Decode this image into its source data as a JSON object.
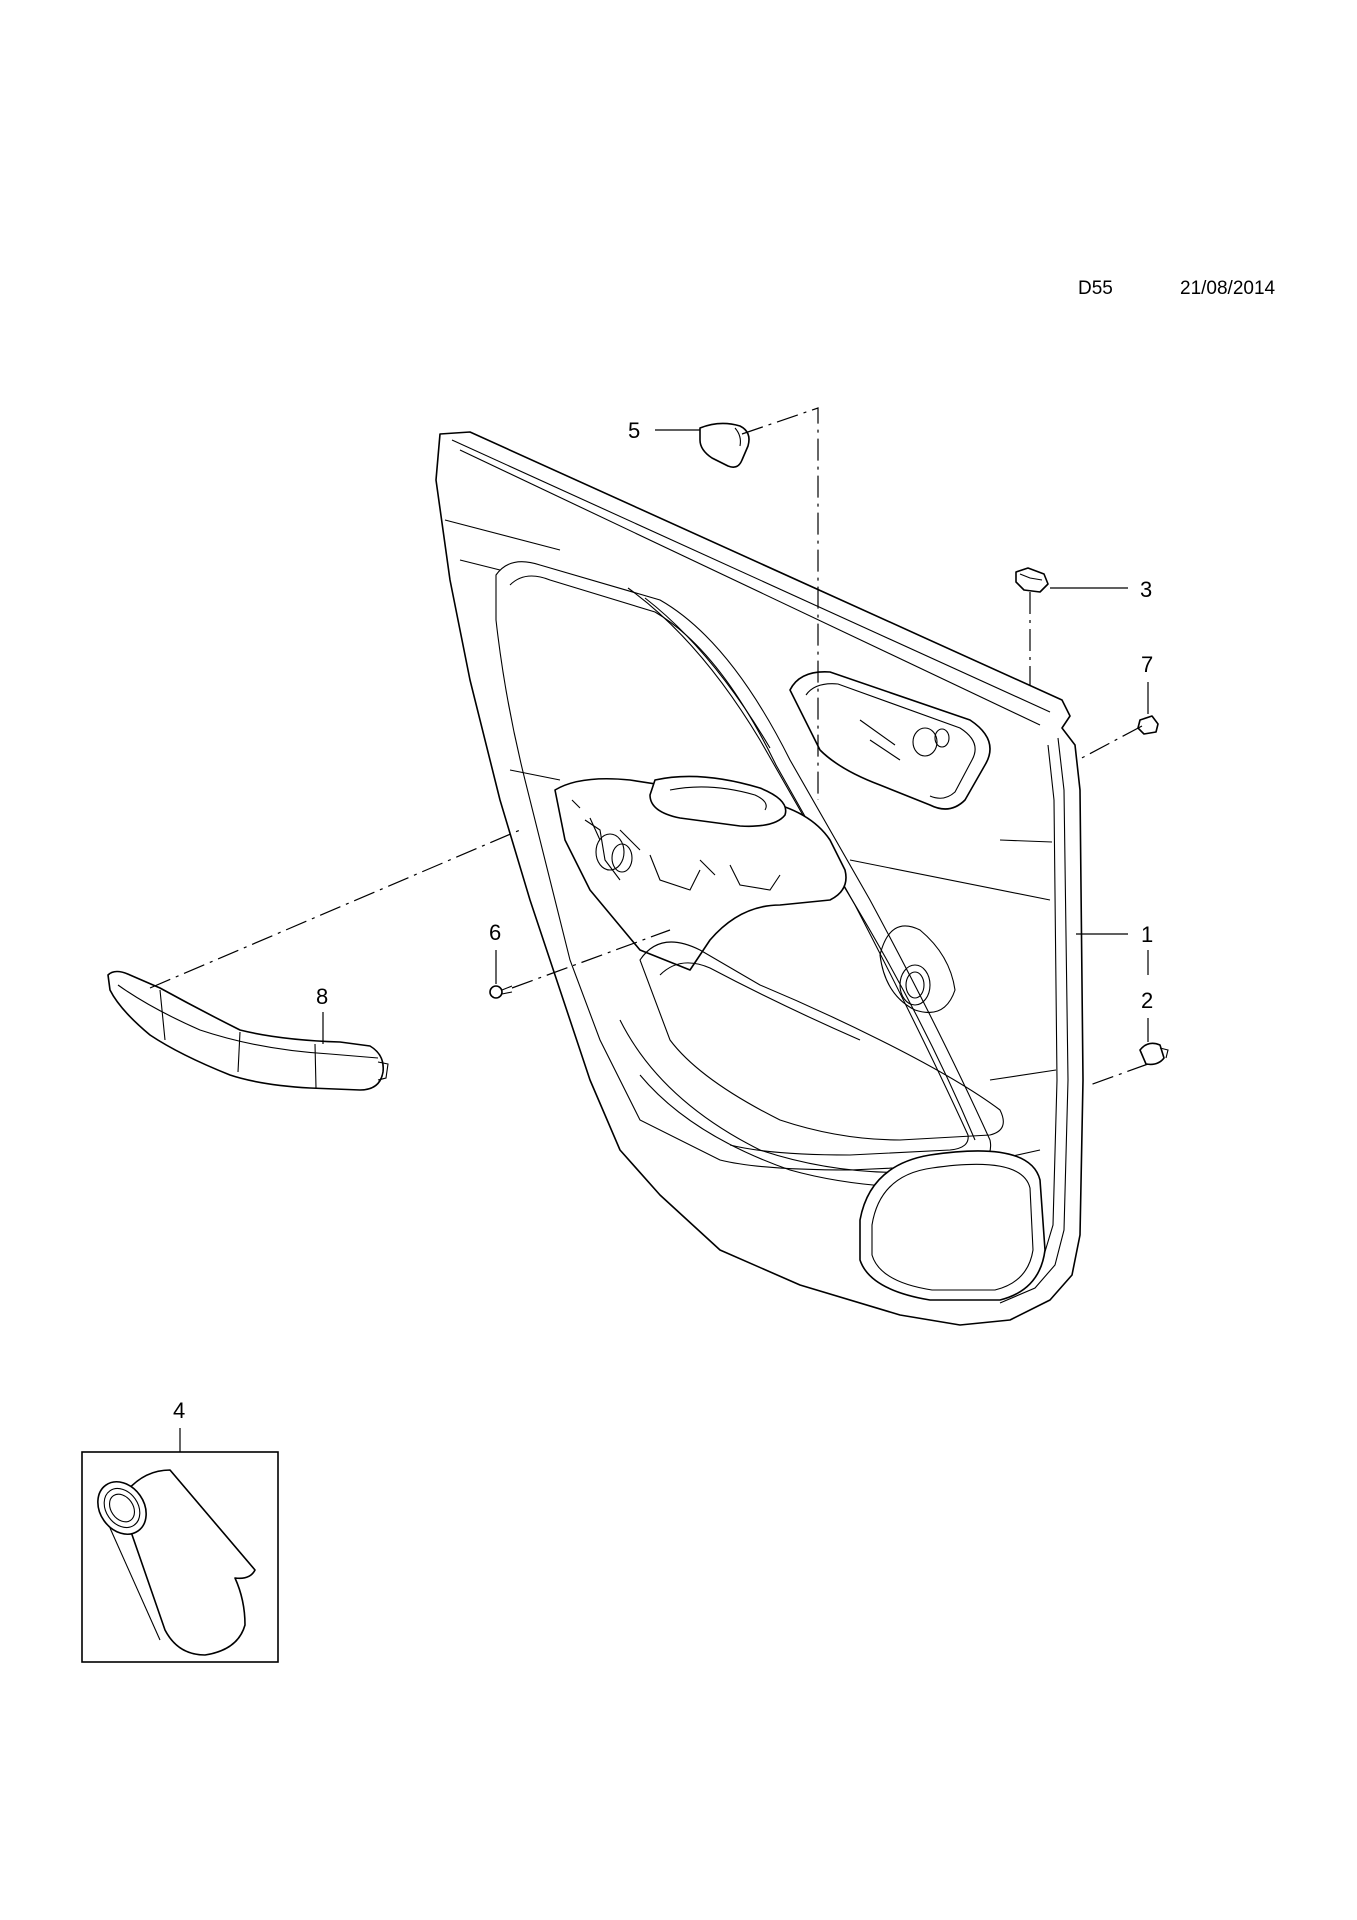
{
  "header": {
    "diagram_code": "D55",
    "date": "21/08/2014"
  },
  "callouts": {
    "c1": "1",
    "c2": "2",
    "c3": "3",
    "c4": "4",
    "c5": "5",
    "c6": "6",
    "c7": "7",
    "c8": "8"
  }
}
